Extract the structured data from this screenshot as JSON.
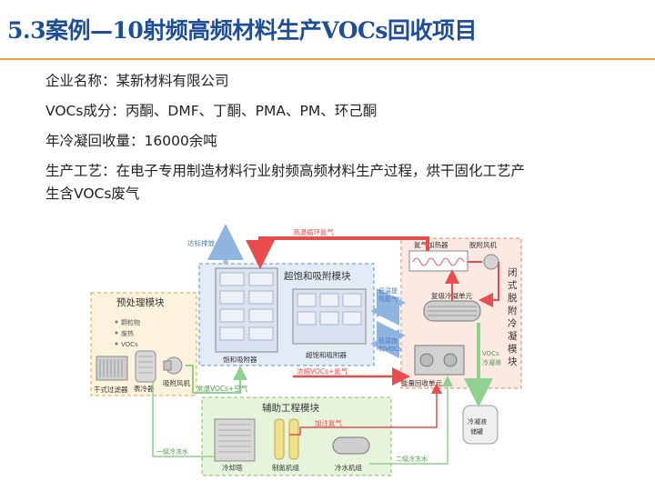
{
  "page": {
    "title": "5.3案例—10射频高频材料生产VOCs回收项目",
    "bullets": {
      "company": "企业名称：某新材料有限公司",
      "components": "VOCs成分：丙酮、DMF、丁酮、PMA、PM、环己酮",
      "annual": "年冷凝回收量：16000余吨",
      "process_line1": "生产工艺：在电子专用制造材料行业射频高频材料生产过程，烘干固化工艺产",
      "process_line2": "生含VOCs废气"
    }
  },
  "diagram": {
    "modules": {
      "pretreat": "预处理模块",
      "adsorb": "超饱和吸附模块",
      "aux": "辅助工程模块",
      "desorb": [
        "闭",
        "式",
        "脱",
        "附",
        "冷",
        "凝",
        "模",
        "块"
      ]
    },
    "pretreat_notes": [
      "颗粒物",
      "废热",
      "VOCs"
    ],
    "equipment": {
      "dry_filter": "干式过滤器",
      "surface_cooler": "表冷器",
      "adsorb_fan": "吸附风机",
      "saturated_adsorber": "饱和吸附器",
      "super_adsorber": "超饱和吸附器",
      "n2_heater": "氮气加热器",
      "desorb_fan": "脱附风机",
      "condenser": "复级冷凝单元",
      "energy_recovery": "能量回收单元",
      "cooling_tower": "冷却塔",
      "n2_unit": "制氮机组",
      "chiller": "冷水机组",
      "condensate_tank": [
        "冷凝液",
        "储罐"
      ]
    },
    "flows": {
      "emission": "达标排放",
      "hot_n2": "高温循环氮气",
      "low_temp_n2": [
        "低温提",
        "纯氮气"
      ],
      "low_temp_sat": [
        "低温饱",
        "和VOCs"
      ],
      "conc_vocs": "浓缩VOCs+氮气",
      "normal_vocs": "常温VOCs+空气",
      "add_n2": "加注氮气",
      "primary_water": "一级冷冻水",
      "secondary_water": "二级冷冻水",
      "vocs_condensate": [
        "VOCs",
        "冷凝液"
      ]
    }
  }
}
